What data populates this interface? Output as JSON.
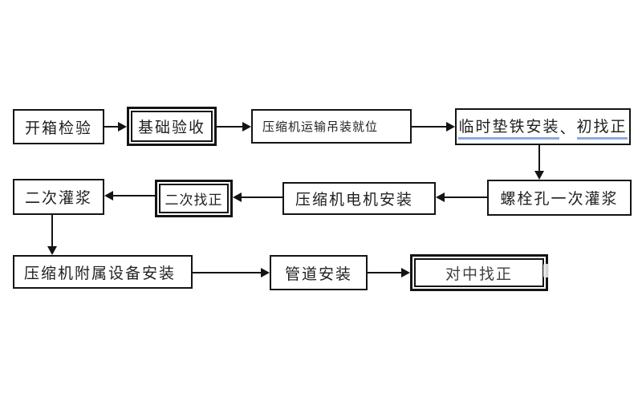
{
  "page": {
    "background": "#ffffff"
  },
  "colors": {
    "line": "#141414",
    "border": "#141414",
    "text": "#1f1f1f",
    "underline": "#8ea9db"
  },
  "flowchart": {
    "type": "process-flow-diagram",
    "nodes": [
      {
        "label": "开箱检验",
        "emphasis": false
      },
      {
        "label": "基础验收",
        "emphasis": true
      },
      {
        "label": "压缩机运输吊装就位",
        "emphasis": false
      },
      {
        "parts": [
          "临时垫铁安装",
          "、",
          "初找正"
        ],
        "underlined_parts": [
          0,
          2
        ],
        "emphasis": false
      },
      {
        "label": "螺栓孔一次灌浆",
        "emphasis": false
      },
      {
        "label": "压缩机电机安装",
        "emphasis": false
      },
      {
        "label": "二次找正",
        "emphasis": true
      },
      {
        "label": "二次灌浆",
        "emphasis": false
      },
      {
        "label": "压缩机附属设备安装",
        "emphasis": false
      },
      {
        "label": "管道安装",
        "emphasis": false
      },
      {
        "label": "对中找正",
        "emphasis": true
      }
    ],
    "edges": [
      {
        "from": "开箱检验",
        "to": "基础验收",
        "direction": "right"
      },
      {
        "from": "基础验收",
        "to": "压缩机运输吊装就位",
        "direction": "right"
      },
      {
        "from": "压缩机运输吊装就位",
        "to": "临时垫铁安装、初找正",
        "direction": "right"
      },
      {
        "from": "临时垫铁安装、初找正",
        "to": "螺栓孔一次灌浆",
        "direction": "down"
      },
      {
        "from": "螺栓孔一次灌浆",
        "to": "压缩机电机安装",
        "direction": "left"
      },
      {
        "from": "压缩机电机安装",
        "to": "二次找正",
        "direction": "left"
      },
      {
        "from": "二次找正",
        "to": "二次灌浆",
        "direction": "left"
      },
      {
        "from": "二次灌浆",
        "to": "压缩机附属设备安装",
        "direction": "down"
      },
      {
        "from": "压缩机附属设备安装",
        "to": "管道安装",
        "direction": "right"
      },
      {
        "from": "管道安装",
        "to": "对中找正",
        "direction": "right"
      }
    ]
  }
}
